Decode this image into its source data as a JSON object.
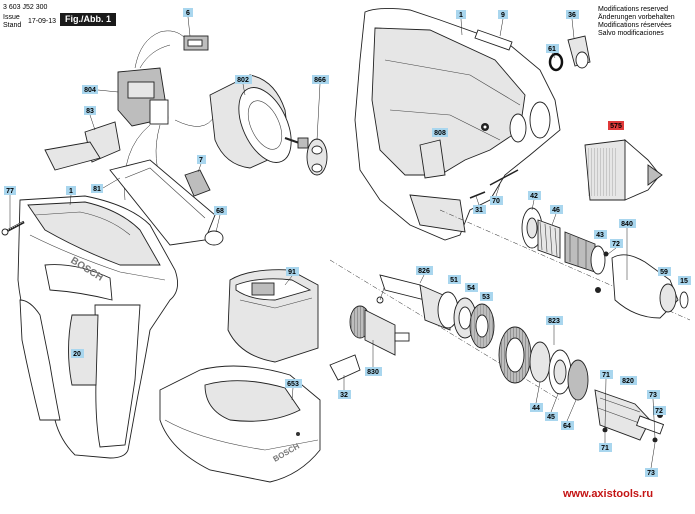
{
  "header": {
    "part_number": "3 603 J52 300",
    "issue_label": "Issue",
    "stand_label": "Stand",
    "date": "17-09-13",
    "figure_label": "Fig./Abb. 1"
  },
  "notes": [
    "Modifications reserved",
    "Änderungen vorbehalten",
    "Modifications réservées",
    "Salvo modificaciones"
  ],
  "brand_text": "BOSCH",
  "website": "www.axistools.ru",
  "part_labels": [
    {
      "id": "6",
      "highlight": false
    },
    {
      "id": "804",
      "highlight": false
    },
    {
      "id": "83",
      "highlight": false
    },
    {
      "id": "802",
      "highlight": false
    },
    {
      "id": "866",
      "highlight": false
    },
    {
      "id": "7",
      "highlight": false
    },
    {
      "id": "81",
      "highlight": false
    },
    {
      "id": "77",
      "highlight": false
    },
    {
      "id": "1",
      "highlight": false
    },
    {
      "id": "68",
      "highlight": false
    },
    {
      "id": "20",
      "highlight": false
    },
    {
      "id": "91",
      "highlight": false
    },
    {
      "id": "653",
      "highlight": false
    },
    {
      "id": "1",
      "highlight": false
    },
    {
      "id": "9",
      "highlight": false
    },
    {
      "id": "36",
      "highlight": false
    },
    {
      "id": "61",
      "highlight": false
    },
    {
      "id": "808",
      "highlight": false
    },
    {
      "id": "575",
      "highlight": true
    },
    {
      "id": "70",
      "highlight": false
    },
    {
      "id": "31",
      "highlight": false
    },
    {
      "id": "42",
      "highlight": false
    },
    {
      "id": "46",
      "highlight": false
    },
    {
      "id": "840",
      "highlight": false
    },
    {
      "id": "43",
      "highlight": false
    },
    {
      "id": "72",
      "highlight": false
    },
    {
      "id": "59",
      "highlight": false
    },
    {
      "id": "15",
      "highlight": false
    },
    {
      "id": "826",
      "highlight": false
    },
    {
      "id": "51",
      "highlight": false
    },
    {
      "id": "54",
      "highlight": false
    },
    {
      "id": "53",
      "highlight": false
    },
    {
      "id": "830",
      "highlight": false
    },
    {
      "id": "32",
      "highlight": false
    },
    {
      "id": "823",
      "highlight": false
    },
    {
      "id": "71",
      "highlight": false
    },
    {
      "id": "820",
      "highlight": false
    },
    {
      "id": "44",
      "highlight": false
    },
    {
      "id": "45",
      "highlight": false
    },
    {
      "id": "64",
      "highlight": false
    },
    {
      "id": "73",
      "highlight": false
    },
    {
      "id": "72",
      "highlight": false
    },
    {
      "id": "71",
      "highlight": false
    },
    {
      "id": "73",
      "highlight": false
    }
  ],
  "colors": {
    "label_bg": "#a9d6ee",
    "label_highlight_bg": "#e03a3a",
    "website": "#c41414"
  }
}
